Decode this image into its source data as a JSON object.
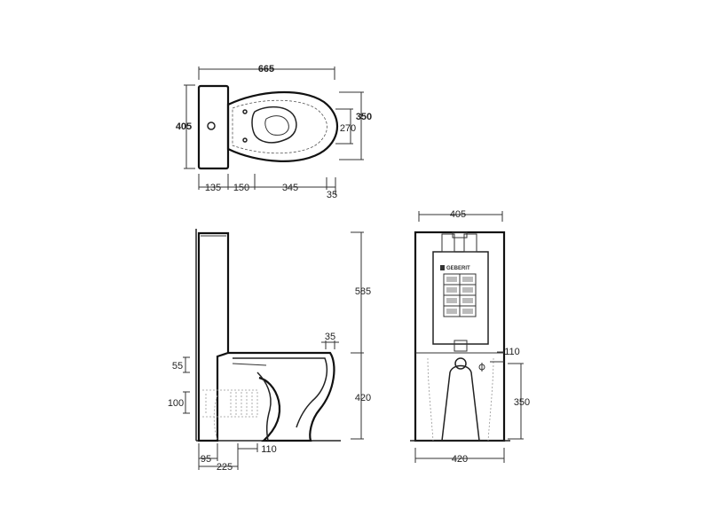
{
  "top_view": {
    "overall_length": "665",
    "overall_width": "405",
    "bowl_width": "350",
    "inner_width": "270",
    "seg_1": "135",
    "seg_2": "150",
    "seg_3": "345",
    "seg_4": "35"
  },
  "side_view": {
    "tank_height": "585",
    "bowl_height": "420",
    "rim_overhang": "35",
    "inlet_depth": "55",
    "outlet_height": "100",
    "offset_1": "95",
    "offset_2": "225",
    "outlet_width": "110"
  },
  "front_view": {
    "top_width": "405",
    "bottom_width": "420",
    "inlet_size": "110",
    "outlet_height": "350",
    "brand_label": "GEBERIT"
  }
}
